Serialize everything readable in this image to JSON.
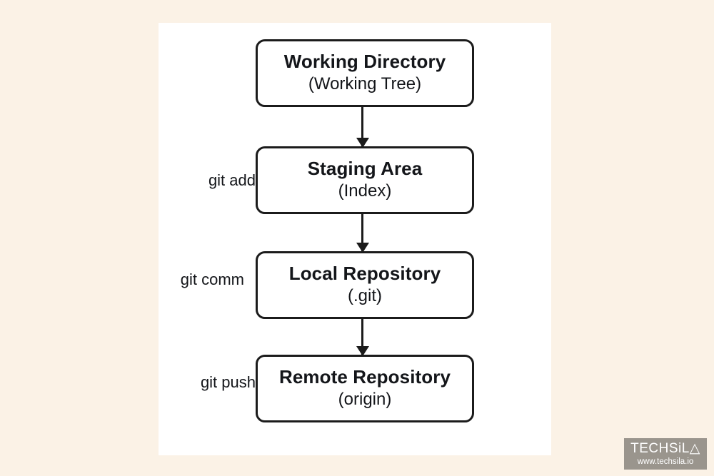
{
  "canvas": {
    "background_color": "#FFFFFF",
    "page_background_color": "#FBF2E6"
  },
  "diagram": {
    "type": "flowchart",
    "orientation": "vertical",
    "stroke_color": "#1B1B1B",
    "text_color": "#14161A",
    "nodes": [
      {
        "id": "working-directory",
        "title": "Working Directory",
        "subtitle": "(Working Tree)"
      },
      {
        "id": "staging-area",
        "title": "Staging Area",
        "subtitle": "(Index)"
      },
      {
        "id": "local-repository",
        "title": "Local Repository",
        "subtitle": "(.git)"
      },
      {
        "id": "remote-repository",
        "title": "Remote Repository",
        "subtitle": "(origin)"
      }
    ],
    "edges": [
      {
        "from": "working-directory",
        "to": "staging-area",
        "label": "git add"
      },
      {
        "from": "staging-area",
        "to": "local-repository",
        "label": "git comm"
      },
      {
        "from": "local-repository",
        "to": "remote-repository",
        "label": "git push"
      }
    ]
  },
  "watermark": {
    "brand_prefix": "TECHSiL",
    "brand_symbol": "△",
    "url": "www.techsila.io",
    "badge_color": "#9A958D",
    "text_color": "#FFFFFF"
  }
}
